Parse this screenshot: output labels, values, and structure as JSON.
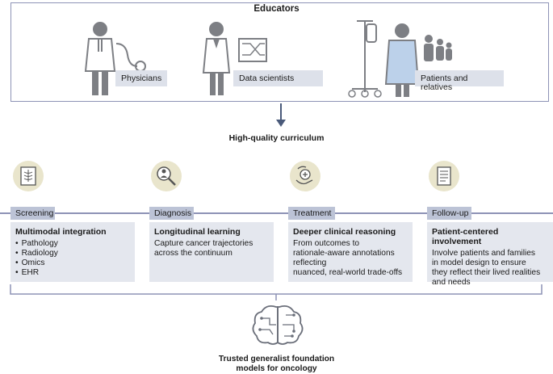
{
  "educators": {
    "title": "Educators",
    "roles": [
      {
        "label": "Physicians",
        "icon": "physician-icon"
      },
      {
        "label": "Data scientists",
        "icon": "data-scientist-icon"
      },
      {
        "label": "Patients and relatives",
        "icon": "patient-icon"
      }
    ]
  },
  "curriculum_title": "High-quality curriculum",
  "stages": [
    {
      "label": "Screening",
      "icon": "xray-icon",
      "card_title": "Multimodal integration",
      "bullets": [
        "Pathology",
        "Radiology",
        "Omics",
        "EHR"
      ]
    },
    {
      "label": "Diagnosis",
      "icon": "magnifier-person-icon",
      "card_title": "Longitudinal learning",
      "lines": [
        "Capture cancer trajectories",
        "across the continuum"
      ]
    },
    {
      "label": "Treatment",
      "icon": "care-hands-icon",
      "card_title": "Deeper clinical reasoning",
      "lines": [
        "From outcomes to",
        "rationale-aware annotations",
        "reflecting",
        "nuanced, real-world trade-offs"
      ]
    },
    {
      "label": "Follow-up",
      "icon": "clipboard-icon",
      "card_title": "Patient-centered involvement",
      "lines": [
        "Involve patients and families",
        "in model design to ensure",
        "they reflect their lived realities",
        "and needs"
      ]
    }
  ],
  "output": {
    "icon": "brain-circuit-icon",
    "title_line1": "Trusted generalist foundation",
    "title_line2": "models for oncology"
  },
  "colors": {
    "border": "#8e93b6",
    "label_bg": "#dde1ea",
    "stage_bg": "#bcc3d6",
    "card_bg": "#e4e7ee",
    "icon_circle": "#e9e5cc",
    "figure_gray": "#7d7f84",
    "arrow": "#4a5a7a"
  }
}
